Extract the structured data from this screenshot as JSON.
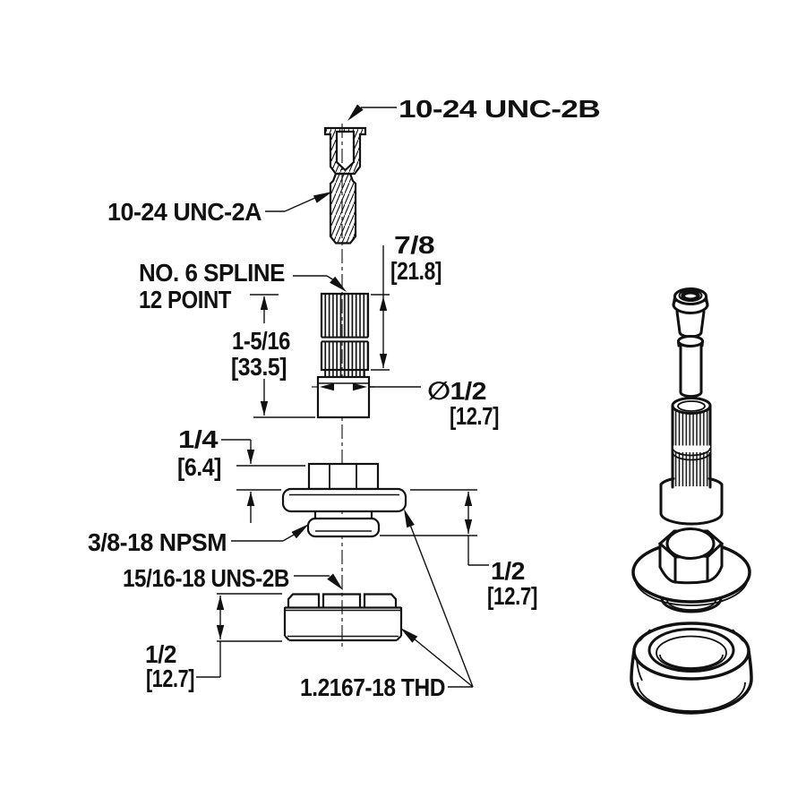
{
  "title": "Faucet stem assembly technical drawing",
  "colors": {
    "line": "#111111",
    "background": "#ffffff"
  },
  "labels": {
    "unc2b": "10-24 UNC-2B",
    "unc2a": "10-24 UNC-2A",
    "spline1": "NO. 6 SPLINE",
    "spline2": "12 POINT",
    "npsm": "3/8-18 NPSM",
    "uns": "15/16-18 UNS-2B",
    "thd": "1.2167-18 THD"
  },
  "dims": {
    "spline_len": {
      "in": "7/8",
      "mm": "[21.8]"
    },
    "stem_len": {
      "in": "1-5/16",
      "mm": "[33.5]"
    },
    "dia": {
      "in": "∅1/2",
      "mm": "[12.7]"
    },
    "hex_h": {
      "in": "1/4",
      "mm": "[6.4]"
    },
    "flange_h": {
      "in": "1/2",
      "mm": "[12.7]"
    },
    "nut_h": {
      "in": "1/2",
      "mm": "[12.7]"
    }
  }
}
